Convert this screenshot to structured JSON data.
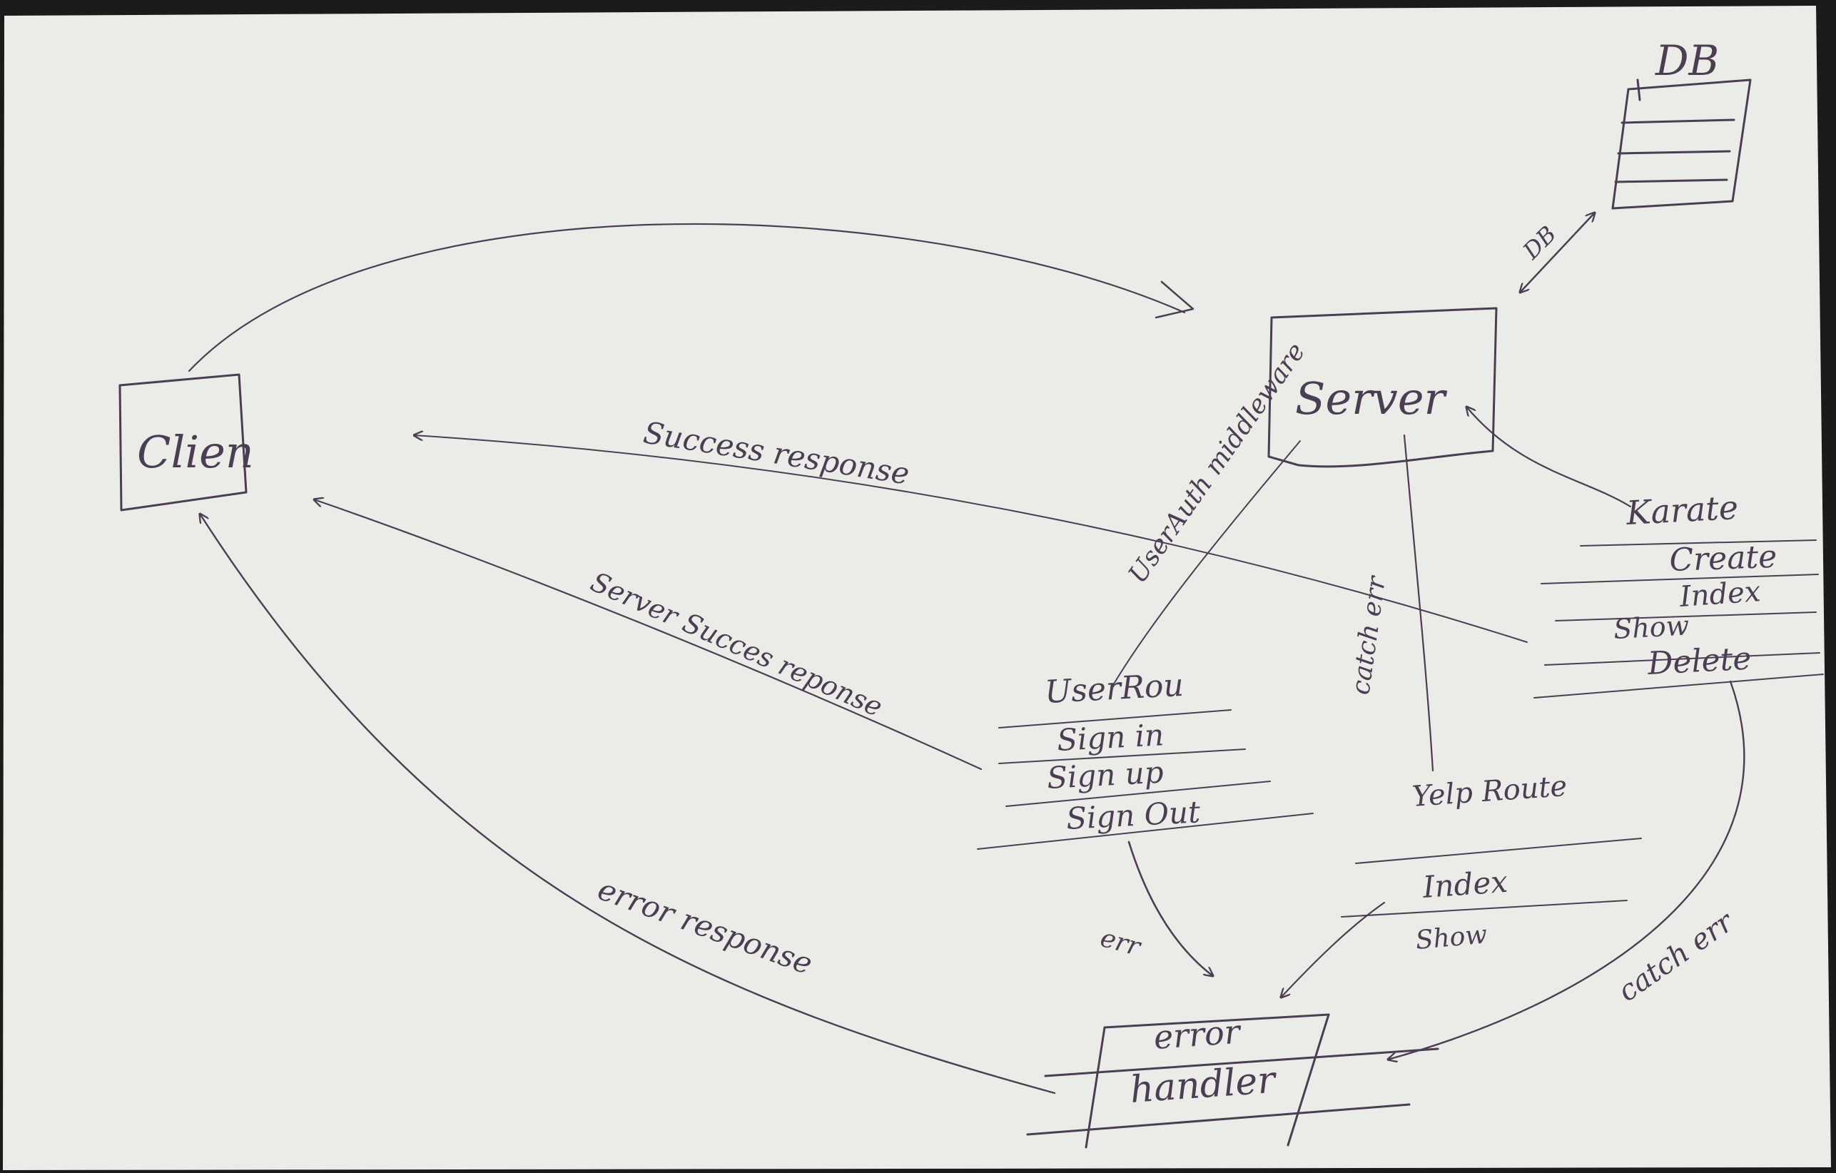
{
  "colors": {
    "paper": "#ebebe7",
    "ink": "#4a3f52",
    "rule": "#6b6470"
  },
  "nodes": {
    "client": "Clien",
    "server": "Server",
    "db": "DB",
    "user_router": "UserRou",
    "yelp_route": "Yelp Route",
    "karate": "Karate",
    "error_handler": {
      "line1": "error",
      "line2": "handler"
    }
  },
  "routes": {
    "user": [
      "Sign in",
      "Sign up",
      "Sign Out"
    ],
    "yelp": [
      "Index",
      "Show"
    ],
    "karate": [
      "Create",
      "Index",
      "Show",
      "Delete"
    ]
  },
  "edge_labels": {
    "success_response": "Success response",
    "server_success_response": "Server Succes reponse",
    "error_response": "error response",
    "user_middleware": "UserAuth middleware",
    "catch_err": "catch err",
    "err": "err",
    "catch_err_karate": "catch err",
    "db": "DB"
  }
}
